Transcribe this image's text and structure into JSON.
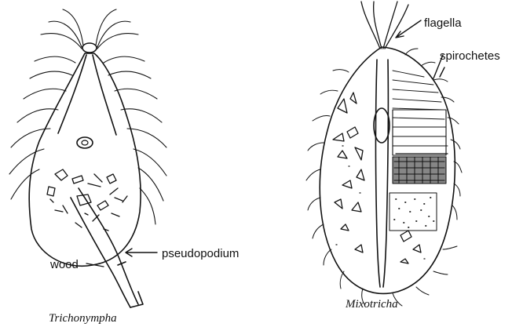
{
  "figure": {
    "left_caption": "Trichonympha",
    "right_caption": "Mixotricha",
    "labels": {
      "wood": "wood",
      "pseudopodium": "pseudopodium",
      "flagella": "flagella",
      "spirochetes": "spirochetes"
    }
  },
  "colors": {
    "ink": "#111111",
    "paper": "#ffffff"
  }
}
